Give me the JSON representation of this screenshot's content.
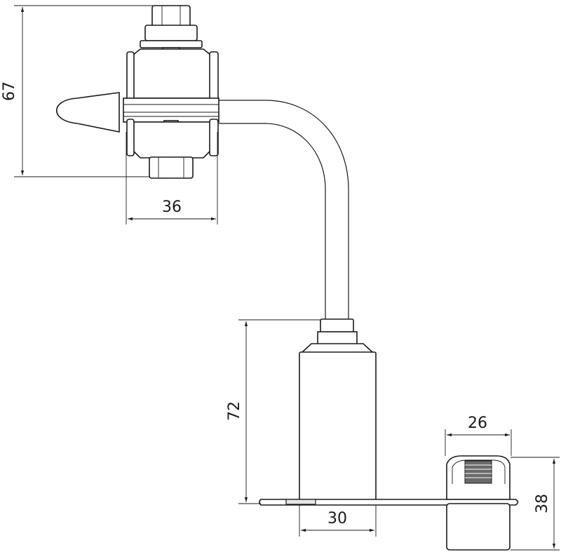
{
  "dimensions": {
    "connector_height": "67",
    "connector_width": "36",
    "housing_height": "72",
    "housing_width": "30",
    "cap_width": "26",
    "cap_height": "38"
  },
  "colors": {
    "line": "#1a1a1a",
    "shade": "#e6e6e6",
    "dark": "#6a6a6a"
  }
}
